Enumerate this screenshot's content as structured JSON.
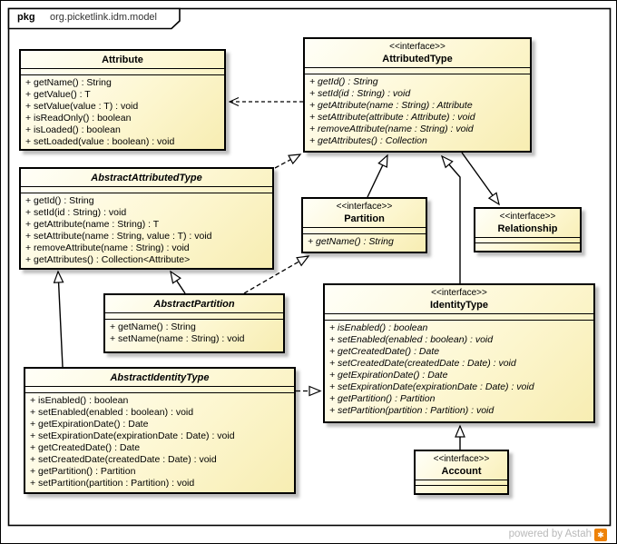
{
  "frame": {
    "keyword": "pkg",
    "package_name": "org.picketlink.idm.model"
  },
  "colors": {
    "node_fill": "#fdf7d2",
    "node_border": "#000000",
    "watermark_text": "#b9b9b9",
    "astah_orange": "#ee8208"
  },
  "watermark": {
    "text": "powered by Astah",
    "icon_glyph": "✱"
  },
  "classes": {
    "attribute": {
      "name": "Attribute",
      "operations": [
        "+ getName() : String",
        "+ getValue() : T",
        "+ setValue(value : T) : void",
        "+ isReadOnly() : boolean",
        "+ isLoaded() : boolean",
        "+ setLoaded(value : boolean) : void"
      ]
    },
    "attributed_type": {
      "stereotype": "<<interface>>",
      "name": "AttributedType",
      "operations": [
        "+ getId() : String",
        "+ setId(id : String) : void",
        "+ getAttribute(name : String) : Attribute",
        "+ setAttribute(attribute : Attribute) : void",
        "+ removeAttribute(name : String) : void",
        "+ getAttributes() : Collection"
      ]
    },
    "abstract_attributed_type": {
      "name": "AbstractAttributedType",
      "operations": [
        "+ getId() : String",
        "+ setId(id : String) : void",
        "+ getAttribute(name : String) : T",
        "+ setAttribute(name : String, value : T) : void",
        "+ removeAttribute(name : String) : void",
        "+ getAttributes() : Collection<Attribute>"
      ]
    },
    "partition": {
      "stereotype": "<<interface>>",
      "name": "Partition",
      "operations": [
        "+ getName() : String"
      ]
    },
    "relationship": {
      "stereotype": "<<interface>>",
      "name": "Relationship",
      "operations": []
    },
    "abstract_partition": {
      "name": "AbstractPartition",
      "operations": [
        "+ getName() : String",
        "+ setName(name : String) : void"
      ]
    },
    "identity_type": {
      "stereotype": "<<interface>>",
      "name": "IdentityType",
      "operations": [
        "+ isEnabled() : boolean",
        "+ setEnabled(enabled : boolean) : void",
        "+ getCreatedDate() : Date",
        "+ setCreatedDate(createdDate : Date) : void",
        "+ getExpirationDate() : Date",
        "+ setExpirationDate(expirationDate : Date) : void",
        "+ getPartition() : Partition",
        "+ setPartition(partition : Partition) : void"
      ]
    },
    "abstract_identity_type": {
      "name": "AbstractIdentityType",
      "operations": [
        "+ isEnabled() : boolean",
        "+ setEnabled(enabled : boolean) : void",
        "+ getExpirationDate() : Date",
        "+ setExpirationDate(expirationDate : Date) : void",
        "+ getCreatedDate() : Date",
        "+ setCreatedDate(createdDate : Date) : void",
        "+ getPartition() : Partition",
        "+ setPartition(partition : Partition) : void"
      ]
    },
    "account": {
      "stereotype": "<<interface>>",
      "name": "Account",
      "operations": []
    }
  }
}
